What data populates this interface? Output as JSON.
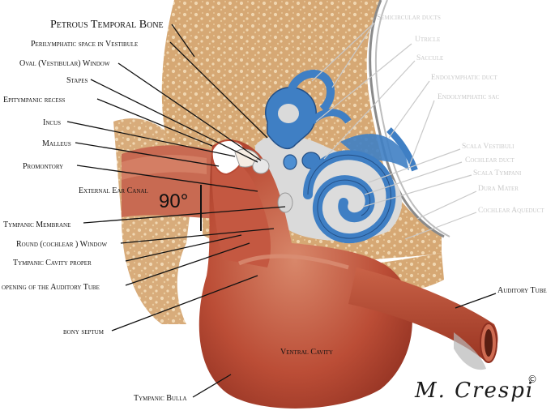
{
  "labels_left": {
    "petrous_temporal_bone": "Petrous Temporal Bone",
    "perilymphatic_space": "Perilymphatic space in Vestibule",
    "oval_window": "Oval (Vestibular) Window",
    "stapes": "Stapes",
    "epitympanic_recess": "Epitympanic recess",
    "incus": "Incus",
    "malleus": "Malleus",
    "promontory": "Promontory",
    "external_ear_canal": "External Ear Canal",
    "tympanic_membrane": "Tympanic Membrane",
    "round_window": "Round (cochlear ) Window",
    "tympanic_cavity_proper": "Tympanic Cavity proper",
    "auditory_tube_opening": "opening of the Auditory Tube",
    "bony_septum": "bony septum",
    "tympanic_bulla": "Tympanic Bulla"
  },
  "labels_right": {
    "semicircular_ducts": "Semicircular ducts",
    "utricle": "Utricle",
    "saccule": "Saccule",
    "endolymphatic_duct": "Endolymphatic duct",
    "endolymphatic_sac": "Endolymphatic sac",
    "scala_vestibuli": "Scala Vestibuli",
    "cochlear_duct": "Cochlear duct",
    "scala_tympani": "Scala Tympani",
    "dura_mater": "Dura Mater",
    "cochlear_aqueduct": "Cochlear Aqueduct",
    "auditory_tube": "Auditory Tube"
  },
  "inner": {
    "ventral_cavity": "Ventral Cavity",
    "angle": "90°"
  },
  "signature": {
    "name": "M. Crespi",
    "copyright": "©"
  },
  "colors": {
    "bone": "#d9b07e",
    "bone_pore": "#e9cfa8",
    "tissue": "#b94a35",
    "tissue_light": "#d27a5d",
    "labyrinth": "#3f7fc4",
    "gray": "#cfcfcf"
  }
}
